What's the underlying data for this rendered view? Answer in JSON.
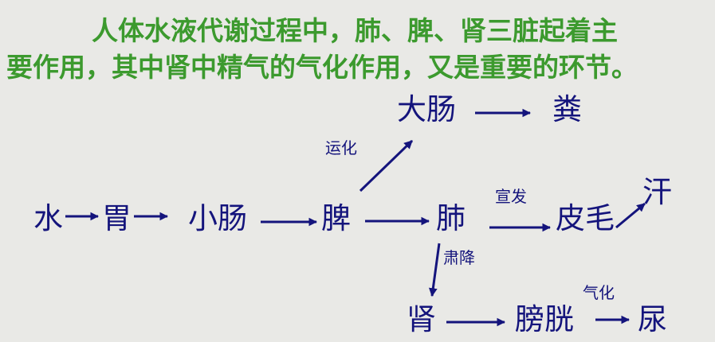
{
  "intro": {
    "line1": "人体水液代谢过程中，肺、脾、肾三脏起着主",
    "line2": "要作用，其中肾中精气的气化作用，又是重要的环节。"
  },
  "nodes": {
    "water": "水",
    "stomach": "胃",
    "small_intestine": "小肠",
    "spleen": "脾",
    "lung": "肺",
    "large_intestine": "大肠",
    "feces": "粪",
    "skin_hair": "皮毛",
    "sweat": "汗",
    "kidney": "肾",
    "bladder": "膀胱",
    "urine": "尿"
  },
  "labels": {
    "transport": "运化",
    "disperse": "宣发",
    "descend": "肃降",
    "qi_transform": "气化"
  }
}
